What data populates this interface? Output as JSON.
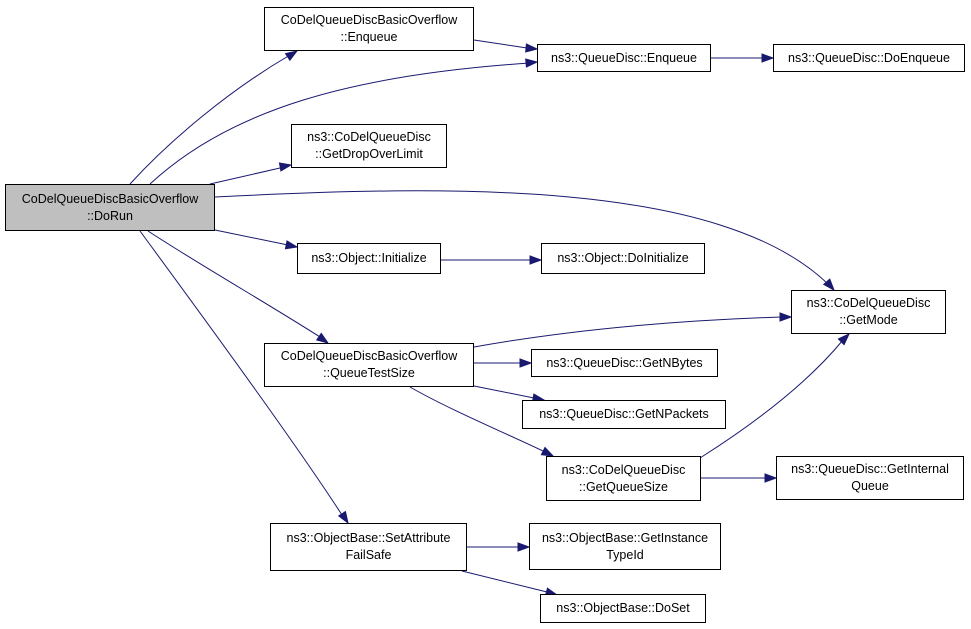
{
  "colors": {
    "edge": "#191970",
    "root_fill": "#bfbfbf",
    "node_fill": "#ffffff",
    "border": "#000000"
  },
  "nodes": [
    {
      "id": "root",
      "lines": [
        "CoDelQueueDiscBasicOverflow",
        "::DoRun"
      ]
    },
    {
      "id": "enq1",
      "lines": [
        "CoDelQueueDiscBasicOverflow",
        "::Enqueue"
      ]
    },
    {
      "id": "qdenq",
      "lines": [
        "ns3::QueueDisc::Enqueue"
      ]
    },
    {
      "id": "qddoenq",
      "lines": [
        "ns3::QueueDisc::DoEnqueue"
      ]
    },
    {
      "id": "getdrop",
      "lines": [
        "ns3::CoDelQueueDisc",
        "::GetDropOverLimit"
      ]
    },
    {
      "id": "objinit",
      "lines": [
        "ns3::Object::Initialize"
      ]
    },
    {
      "id": "objdoinit",
      "lines": [
        "ns3::Object::DoInitialize"
      ]
    },
    {
      "id": "getmode",
      "lines": [
        "ns3::CoDelQueueDisc",
        "::GetMode"
      ]
    },
    {
      "id": "qts",
      "lines": [
        "CoDelQueueDiscBasicOverflow",
        "::QueueTestSize"
      ]
    },
    {
      "id": "getnbytes",
      "lines": [
        "ns3::QueueDisc::GetNBytes"
      ]
    },
    {
      "id": "getnpackets",
      "lines": [
        "ns3::QueueDisc::GetNPackets"
      ]
    },
    {
      "id": "getqsize",
      "lines": [
        "ns3::CoDelQueueDisc",
        "::GetQueueSize"
      ]
    },
    {
      "id": "getinternal",
      "lines": [
        "ns3::QueueDisc::GetInternal",
        "Queue"
      ]
    },
    {
      "id": "setattr",
      "lines": [
        "ns3::ObjectBase::SetAttribute",
        "FailSafe"
      ]
    },
    {
      "id": "getinst",
      "lines": [
        "ns3::ObjectBase::GetInstance",
        "TypeId"
      ]
    },
    {
      "id": "doset",
      "lines": [
        "ns3::ObjectBase::DoSet"
      ]
    }
  ],
  "edges": [
    [
      "root",
      "enq1"
    ],
    [
      "root",
      "qdenq"
    ],
    [
      "root",
      "getdrop"
    ],
    [
      "root",
      "getmode"
    ],
    [
      "root",
      "objinit"
    ],
    [
      "root",
      "qts"
    ],
    [
      "root",
      "setattr"
    ],
    [
      "enq1",
      "qdenq"
    ],
    [
      "qdenq",
      "qddoenq"
    ],
    [
      "objinit",
      "objdoinit"
    ],
    [
      "qts",
      "getmode"
    ],
    [
      "qts",
      "getnbytes"
    ],
    [
      "qts",
      "getnpackets"
    ],
    [
      "qts",
      "getqsize"
    ],
    [
      "getqsize",
      "getmode"
    ],
    [
      "getqsize",
      "getinternal"
    ],
    [
      "setattr",
      "getinst"
    ],
    [
      "setattr",
      "doset"
    ]
  ]
}
